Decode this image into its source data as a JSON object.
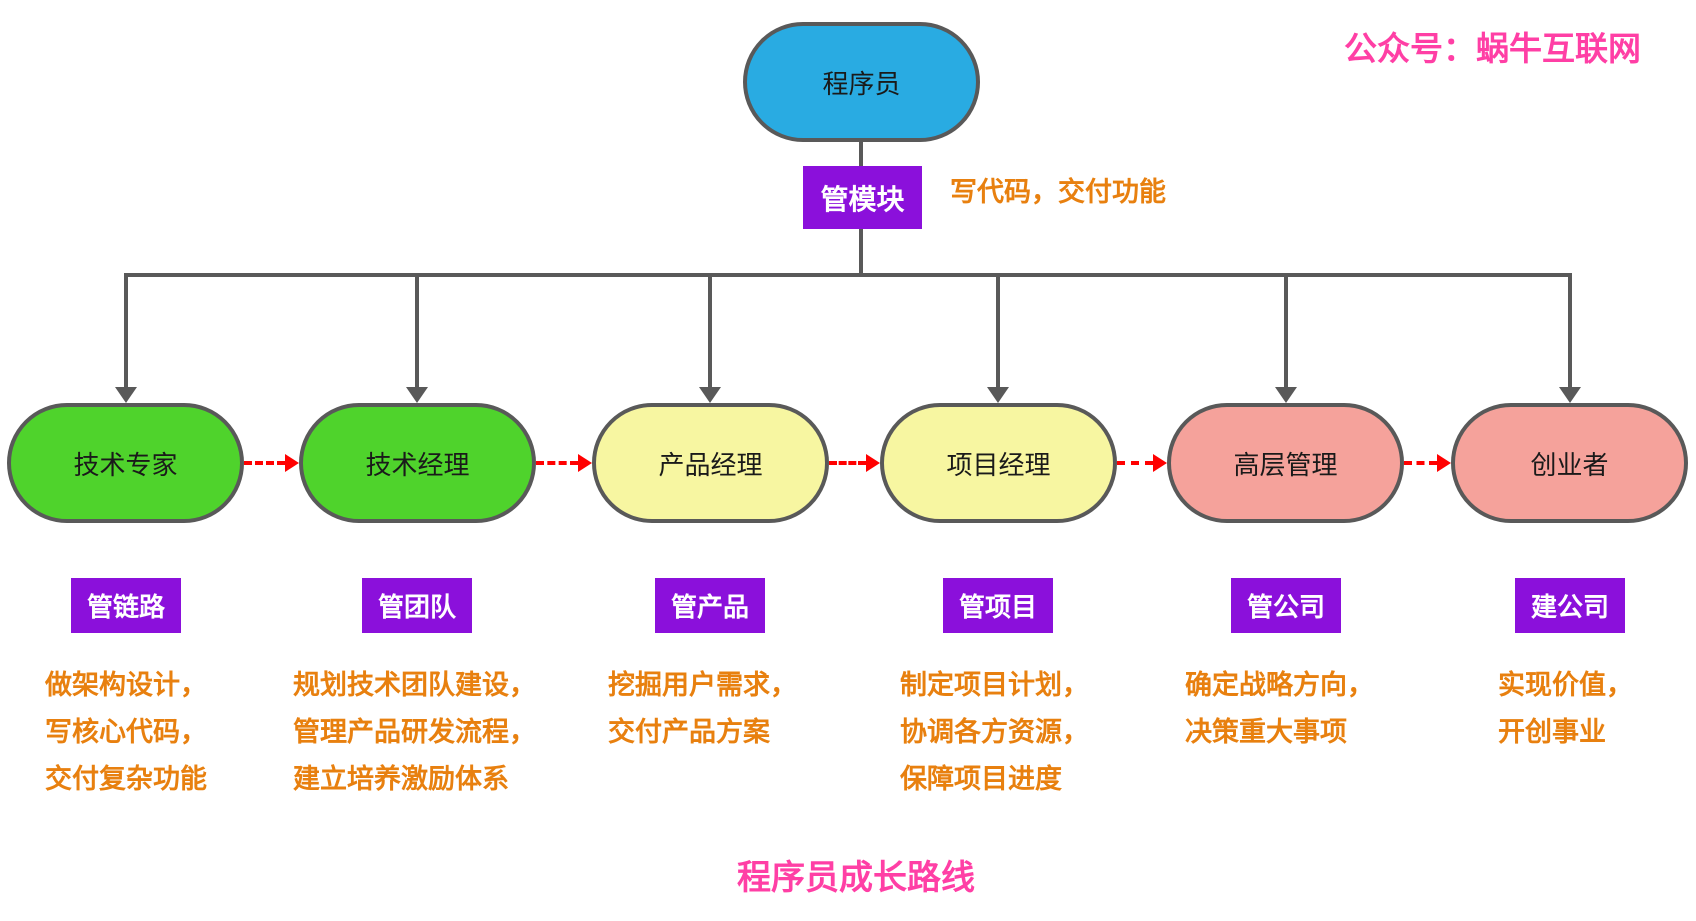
{
  "meta": {
    "watermark": "公众号：蜗牛互联网",
    "title": "程序员成长路线"
  },
  "root": {
    "label": "程序员",
    "tag": "管模块",
    "note": "写代码，交付功能"
  },
  "roles": [
    {
      "label": "技术专家",
      "tag": "管链路",
      "color_group": "green",
      "desc": [
        "做架构设计，",
        "写核心代码，",
        "交付复杂功能"
      ]
    },
    {
      "label": "技术经理",
      "tag": "管团队",
      "color_group": "green",
      "desc": [
        "规划技术团队建设，",
        "管理产品研发流程，",
        "建立培养激励体系"
      ]
    },
    {
      "label": "产品经理",
      "tag": "管产品",
      "color_group": "yellow",
      "desc": [
        "挖掘用户需求，",
        "交付产品方案"
      ]
    },
    {
      "label": "项目经理",
      "tag": "管项目",
      "color_group": "yellow",
      "desc": [
        "制定项目计划，",
        "协调各方资源，",
        "保障项目进度"
      ]
    },
    {
      "label": "高层管理",
      "tag": "管公司",
      "color_group": "salmon",
      "desc": [
        "确定战略方向，",
        "决策重大事项"
      ]
    },
    {
      "label": "创业者",
      "tag": "建公司",
      "color_group": "salmon",
      "desc": [
        "实现价值，",
        "开创事业"
      ]
    }
  ],
  "colors": {
    "root_fill": "#29ABE2",
    "green_fill": "#4FD32C",
    "yellow_fill": "#F7F6A1",
    "salmon_fill": "#F5A29B",
    "node_border": "#595959",
    "connector_gray": "#595959",
    "dashed_arrow_red": "#FF0000",
    "tag_background_purple": "#8B10DB",
    "tag_text": "#FFFFFF",
    "description_orange": "#E8800F",
    "accent_pink": "#FF3FA5"
  }
}
